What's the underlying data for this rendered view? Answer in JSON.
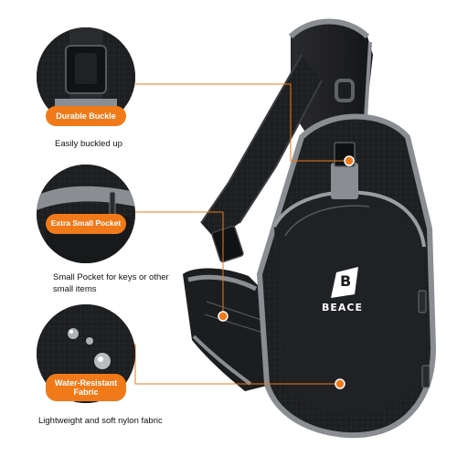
{
  "colors": {
    "accent": "#f07a1a",
    "bag": "#1b1c1e",
    "trim": "#8a8d91"
  },
  "brand": {
    "logo_letter": "B",
    "name": "BEACE"
  },
  "features": [
    {
      "icon": "buckle-icon",
      "label": "Durable Buckle",
      "caption": "Easily buckled up"
    },
    {
      "icon": "pocket-icon",
      "label": "Extra Small Pocket",
      "caption": "Small Pocket for keys or other small items"
    },
    {
      "icon": "water-drop-icon",
      "label": "Water-Resistant Fabric",
      "caption": "Lightweight and soft nylon fabric"
    }
  ]
}
